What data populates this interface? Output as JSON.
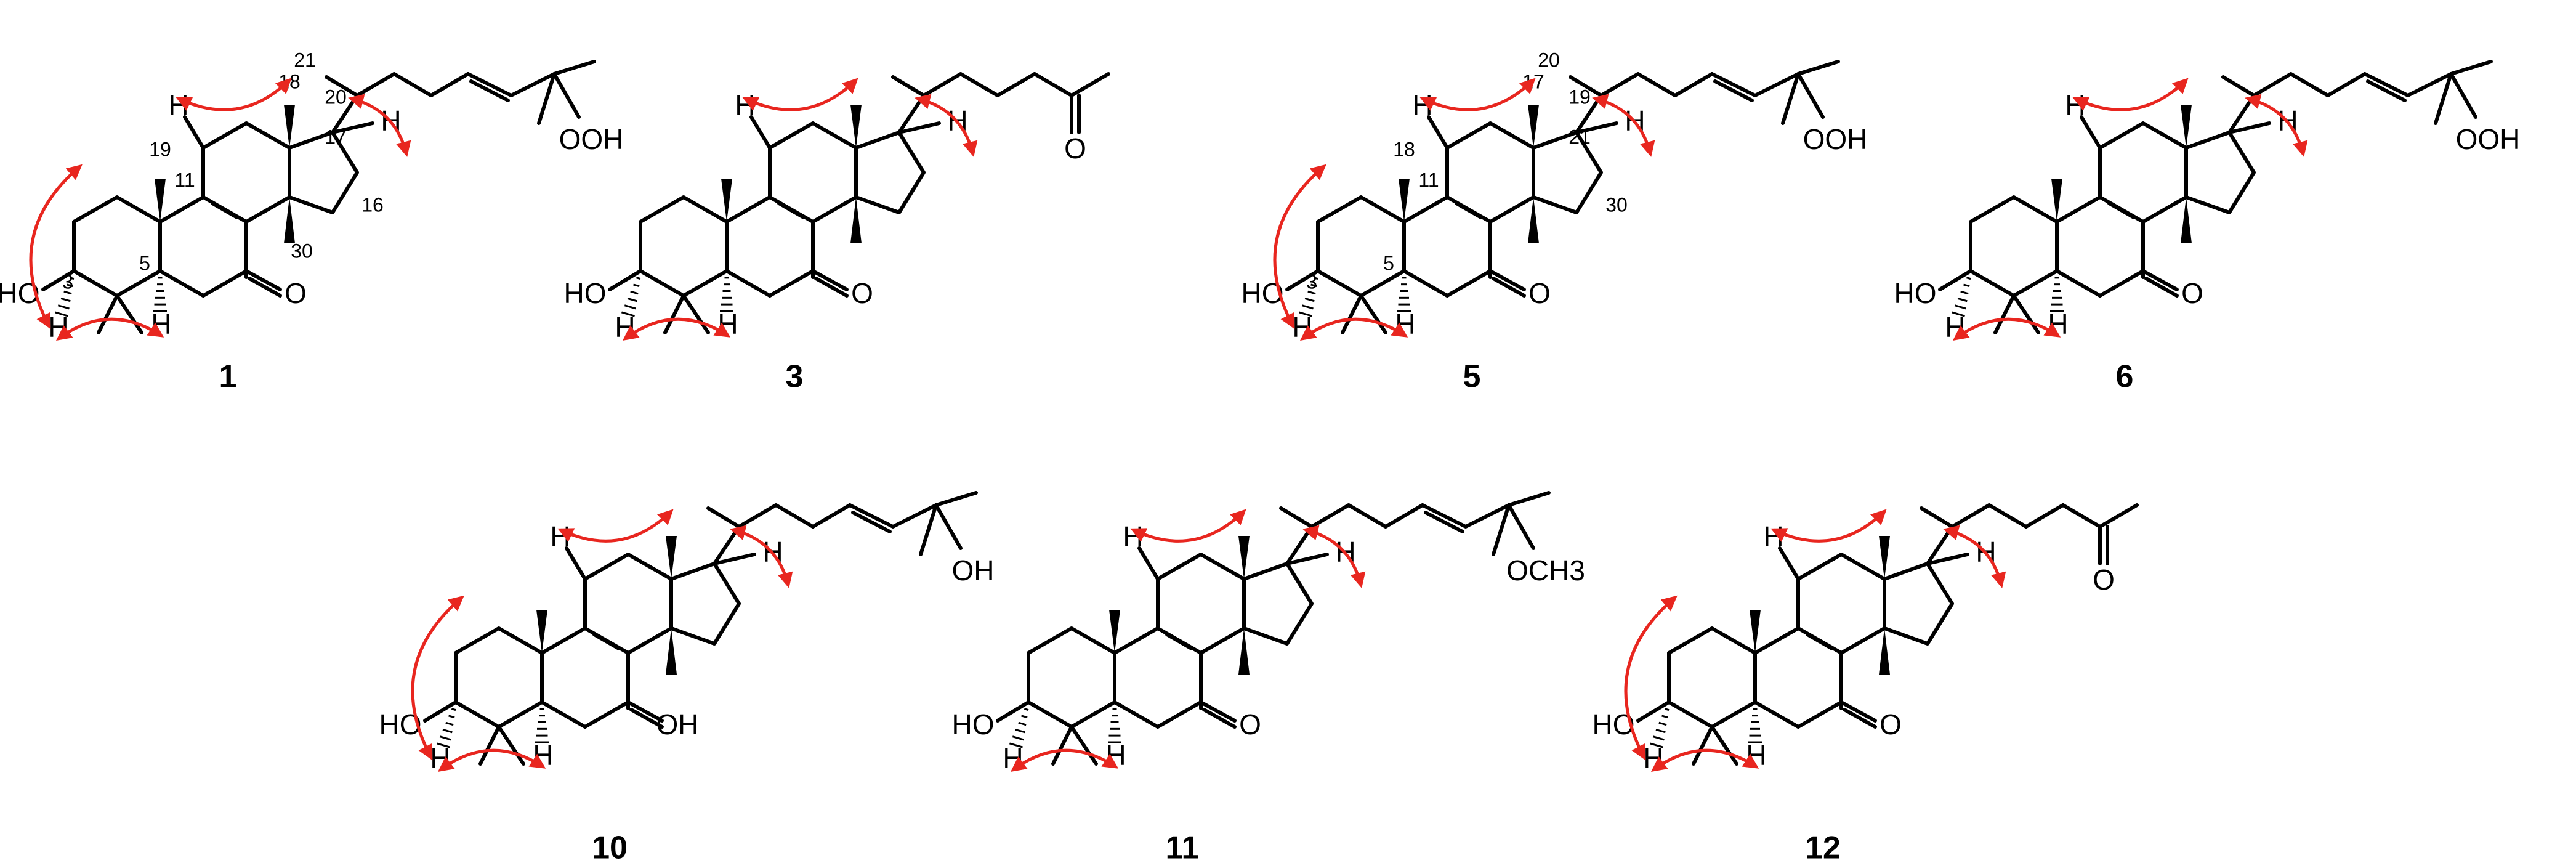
{
  "figure": {
    "arrow_color": "#e8261f",
    "compounds": [
      {
        "id": "1",
        "labels": [
          "HO",
          "H",
          "H",
          "H",
          "H",
          "H"
        ],
        "numbers": [
          "3",
          "5",
          "11",
          "18",
          "19",
          "20",
          "21",
          "17",
          "16",
          "30"
        ],
        "extra": "OOH",
        "extra2": ""
      },
      {
        "id": "3",
        "labels": [
          "HO",
          "H",
          "H",
          "H",
          "H",
          "H"
        ],
        "numbers": [],
        "extra": "O",
        "extra2": "O"
      },
      {
        "id": "5",
        "labels": [
          "HO",
          "H",
          "H",
          "H",
          "H",
          "H"
        ],
        "numbers": [
          "3",
          "5",
          "11",
          "17",
          "18",
          "19",
          "20",
          "21",
          "30"
        ],
        "extra": "OOH",
        "extra2": "O"
      },
      {
        "id": "6",
        "labels": [
          "HO",
          "H",
          "H",
          "H",
          "H",
          "H"
        ],
        "numbers": [],
        "extra": "OOH",
        "extra2": "O"
      },
      {
        "id": "10",
        "labels": [
          "HO",
          "H",
          "H",
          "H",
          "H",
          "OH"
        ],
        "numbers": [],
        "extra": "OH",
        "extra2": "O"
      },
      {
        "id": "11",
        "labels": [
          "HO",
          "H",
          "H",
          "H",
          "H",
          "H"
        ],
        "numbers": [],
        "extra": "OCH3",
        "extra2": "O"
      },
      {
        "id": "12",
        "labels": [
          "HO",
          "H",
          "H",
          "H",
          "H",
          "H"
        ],
        "numbers": [],
        "extra": "O",
        "extra2": "O"
      }
    ]
  }
}
